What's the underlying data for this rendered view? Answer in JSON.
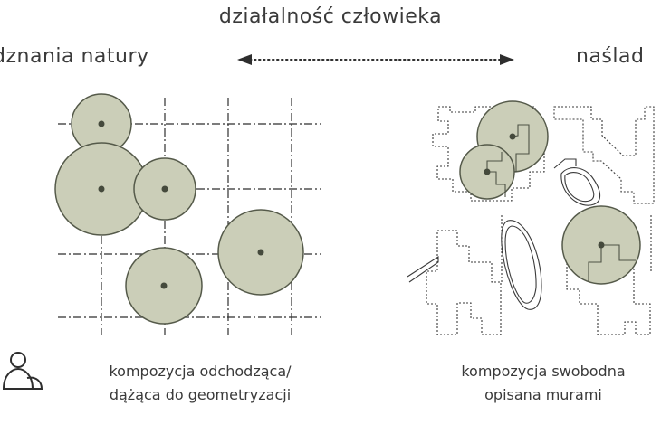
{
  "title": "działalność człowieka",
  "left_heading": "dznania natury",
  "right_heading": "naślad",
  "left_caption": {
    "line1": "kompozycja odchodząca/",
    "line2": "dążąca do geometryzacji"
  },
  "right_caption": {
    "line1": "kompozycja swobodna",
    "line2": "opisana murami"
  },
  "icons": {
    "arrow": "double-dotted-arrow-icon",
    "people": "people-outline-icon"
  },
  "colors": {
    "circle_fill": "#cbceb8",
    "circle_stroke": "#555a4a",
    "line": "#2e2e2e"
  }
}
